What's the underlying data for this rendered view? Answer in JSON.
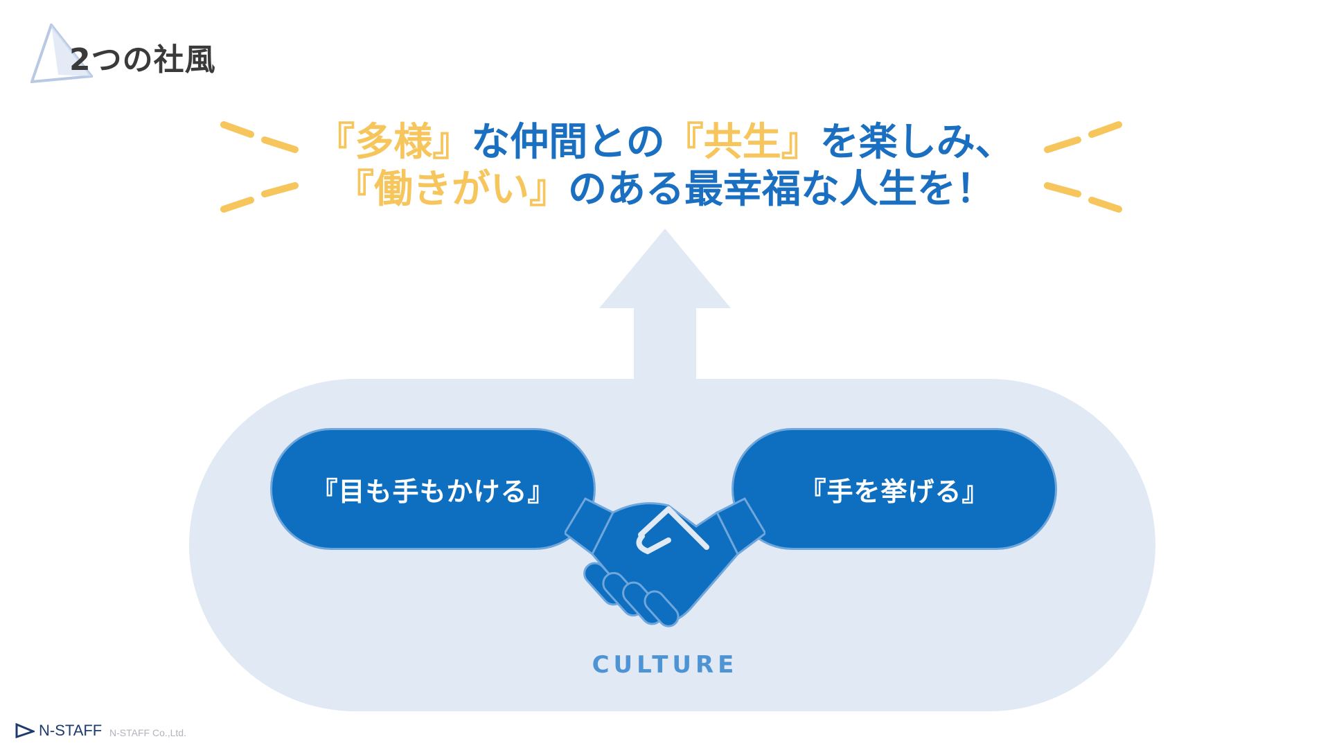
{
  "header": {
    "title": "2つの社風"
  },
  "headline": {
    "line1": [
      {
        "text": "『多様』",
        "color": "yellow"
      },
      {
        "text": "な仲間との",
        "color": "blue"
      },
      {
        "text": "『共生』",
        "color": "yellow"
      },
      {
        "text": "を楽しみ、",
        "color": "blue"
      }
    ],
    "line2": [
      {
        "text": "『働きがい』",
        "color": "yellow"
      },
      {
        "text": "のある最幸福な人生を！",
        "color": "blue"
      }
    ]
  },
  "culture": {
    "left_pill": "『目も手もかける』",
    "right_pill": "『手を挙げる』",
    "label": "CULTURE"
  },
  "footer": {
    "brand": "N-STAFF",
    "company": "N-STAFF Co.,Ltd."
  },
  "colors": {
    "blue": "#1a6fc0",
    "yellow": "#f6c55c",
    "pill": "#0e6fc1",
    "backdrop": "#e1e9f4",
    "culture": "#4e94d4"
  },
  "icons": [
    "triangle-logo-icon",
    "handshake-icon",
    "burst-rays-icon"
  ]
}
